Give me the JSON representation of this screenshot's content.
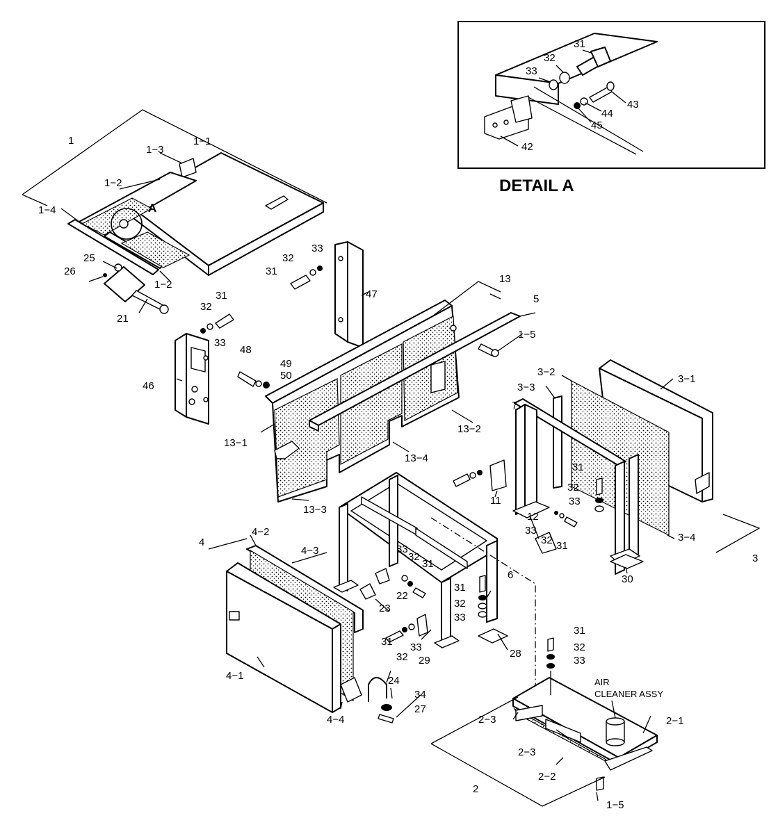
{
  "detail": {
    "title": "DETAIL  A",
    "callout": "A"
  },
  "note": {
    "line1": "AIR",
    "line2": "CLEANER ASSY"
  },
  "labels": [
    {
      "id": "l-1",
      "text": "1"
    },
    {
      "id": "l-1-1",
      "text": "1−1"
    },
    {
      "id": "l-1-2a",
      "text": "1−2"
    },
    {
      "id": "l-1-2b",
      "text": "1−2"
    },
    {
      "id": "l-1-3",
      "text": "1−3"
    },
    {
      "id": "l-1-4",
      "text": "1−4"
    },
    {
      "id": "l-1-5a",
      "text": "1−5"
    },
    {
      "id": "l-1-5b",
      "text": "1−5"
    },
    {
      "id": "l-25",
      "text": "25"
    },
    {
      "id": "l-26",
      "text": "26"
    },
    {
      "id": "l-21",
      "text": "21"
    },
    {
      "id": "l-31a",
      "text": "31"
    },
    {
      "id": "l-32a",
      "text": "32"
    },
    {
      "id": "l-33a",
      "text": "33"
    },
    {
      "id": "l-46",
      "text": "46"
    },
    {
      "id": "l-31b",
      "text": "31"
    },
    {
      "id": "l-32b",
      "text": "32"
    },
    {
      "id": "l-33b",
      "text": "33"
    },
    {
      "id": "l-47",
      "text": "47"
    },
    {
      "id": "l-48",
      "text": "48"
    },
    {
      "id": "l-49",
      "text": "49"
    },
    {
      "id": "l-50",
      "text": "50"
    },
    {
      "id": "l-13",
      "text": "13"
    },
    {
      "id": "l-5",
      "text": "5"
    },
    {
      "id": "l-13-1",
      "text": "13−1"
    },
    {
      "id": "l-13-2",
      "text": "13−2"
    },
    {
      "id": "l-13-3",
      "text": "13−3"
    },
    {
      "id": "l-13-4",
      "text": "13−4"
    },
    {
      "id": "l-3-1",
      "text": "3−1"
    },
    {
      "id": "l-3-2",
      "text": "3−2"
    },
    {
      "id": "l-3-3",
      "text": "3−3"
    },
    {
      "id": "l-3-4",
      "text": "3−4"
    },
    {
      "id": "l-3",
      "text": "3"
    },
    {
      "id": "l-7",
      "text": "7"
    },
    {
      "id": "l-11",
      "text": "11"
    },
    {
      "id": "l-12",
      "text": "12"
    },
    {
      "id": "l-31c",
      "text": "31"
    },
    {
      "id": "l-32c",
      "text": "32"
    },
    {
      "id": "l-33c",
      "text": "33"
    },
    {
      "id": "l-33d",
      "text": "33"
    },
    {
      "id": "l-32d",
      "text": "32"
    },
    {
      "id": "l-31d",
      "text": "31"
    },
    {
      "id": "l-30",
      "text": "30"
    },
    {
      "id": "l-4",
      "text": "4"
    },
    {
      "id": "l-4-1",
      "text": "4−1"
    },
    {
      "id": "l-4-2",
      "text": "4−2"
    },
    {
      "id": "l-4-3",
      "text": "4−3"
    },
    {
      "id": "l-4-4",
      "text": "4−4"
    },
    {
      "id": "l-33e",
      "text": "33"
    },
    {
      "id": "l-32e",
      "text": "32"
    },
    {
      "id": "l-31e",
      "text": "31"
    },
    {
      "id": "l-22",
      "text": "22"
    },
    {
      "id": "l-23",
      "text": "23"
    },
    {
      "id": "l-6",
      "text": "6"
    },
    {
      "id": "l-31f",
      "text": "31"
    },
    {
      "id": "l-32f",
      "text": "32"
    },
    {
      "id": "l-33f",
      "text": "33"
    },
    {
      "id": "l-28",
      "text": "28"
    },
    {
      "id": "l-31g",
      "text": "31"
    },
    {
      "id": "l-32g",
      "text": "32"
    },
    {
      "id": "l-33g",
      "text": "33"
    },
    {
      "id": "l-29",
      "text": "29"
    },
    {
      "id": "l-24",
      "text": "24"
    },
    {
      "id": "l-34",
      "text": "34"
    },
    {
      "id": "l-27",
      "text": "27"
    },
    {
      "id": "l-31h",
      "text": "31"
    },
    {
      "id": "l-32h",
      "text": "32"
    },
    {
      "id": "l-33h",
      "text": "33"
    },
    {
      "id": "l-2-1",
      "text": "2−1"
    },
    {
      "id": "l-2-2",
      "text": "2−2"
    },
    {
      "id": "l-2-3a",
      "text": "2−3"
    },
    {
      "id": "l-2-3b",
      "text": "2−3"
    },
    {
      "id": "l-2",
      "text": "2"
    },
    {
      "id": "l-d31",
      "text": "31"
    },
    {
      "id": "l-d32",
      "text": "32"
    },
    {
      "id": "l-d33",
      "text": "33"
    },
    {
      "id": "l-d43",
      "text": "43"
    },
    {
      "id": "l-d44",
      "text": "44"
    },
    {
      "id": "l-d45",
      "text": "45"
    },
    {
      "id": "l-d42",
      "text": "42"
    }
  ]
}
